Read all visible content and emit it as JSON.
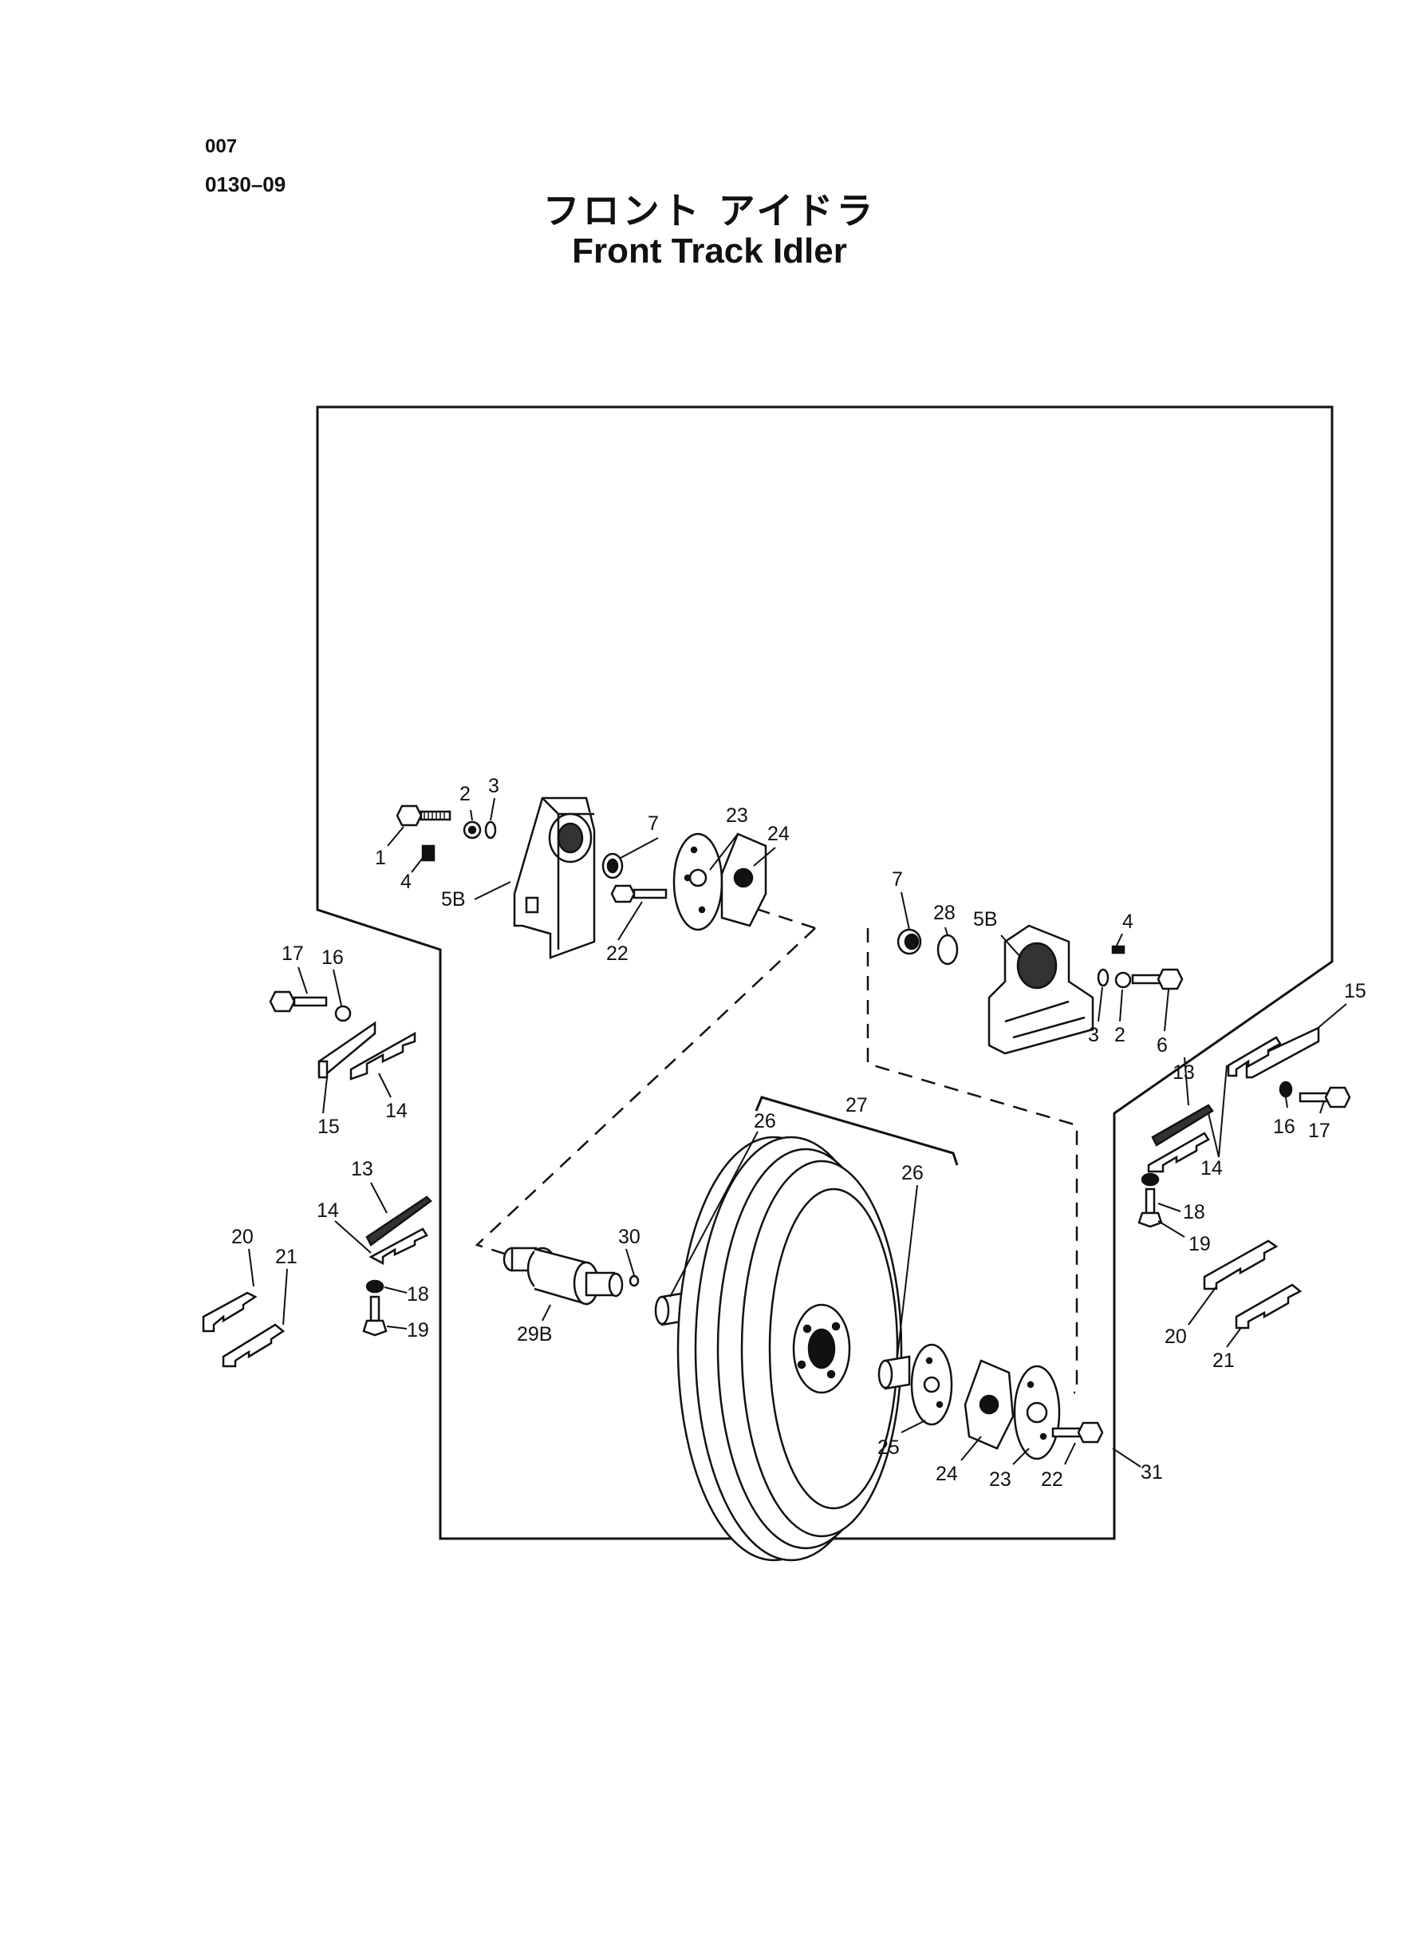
{
  "header": {
    "page_number": "007",
    "section_code": "0130–09",
    "title_jp": "フロント アイドラ",
    "title_en": "Front Track Idler"
  },
  "callouts": {
    "c1": "1",
    "c2a": "2",
    "c3a": "3",
    "c4a": "4",
    "c5b_left": "5B",
    "c7a": "7",
    "c23a": "23",
    "c24a": "24",
    "c22a": "22",
    "c7b": "7",
    "c28": "28",
    "c5b_right": "5B",
    "c4b": "4",
    "c3b": "3",
    "c2b": "2",
    "c6": "6",
    "c17a": "17",
    "c16a": "16",
    "c15a": "15",
    "c14a": "14",
    "c13a": "13",
    "c14b": "14",
    "c18a": "18",
    "c19a": "19",
    "c20a": "20",
    "c21a": "21",
    "c27": "27",
    "c26a": "26",
    "c26b": "26",
    "c30": "30",
    "c29b": "29B",
    "c25": "25",
    "c24b": "24",
    "c23b": "23",
    "c22b": "22",
    "c31": "31",
    "c15b": "15",
    "c13b": "13",
    "c14c": "14",
    "c16b": "16",
    "c17b": "17",
    "c18b": "18",
    "c19b": "19",
    "c20b": "20",
    "c21b": "21"
  }
}
